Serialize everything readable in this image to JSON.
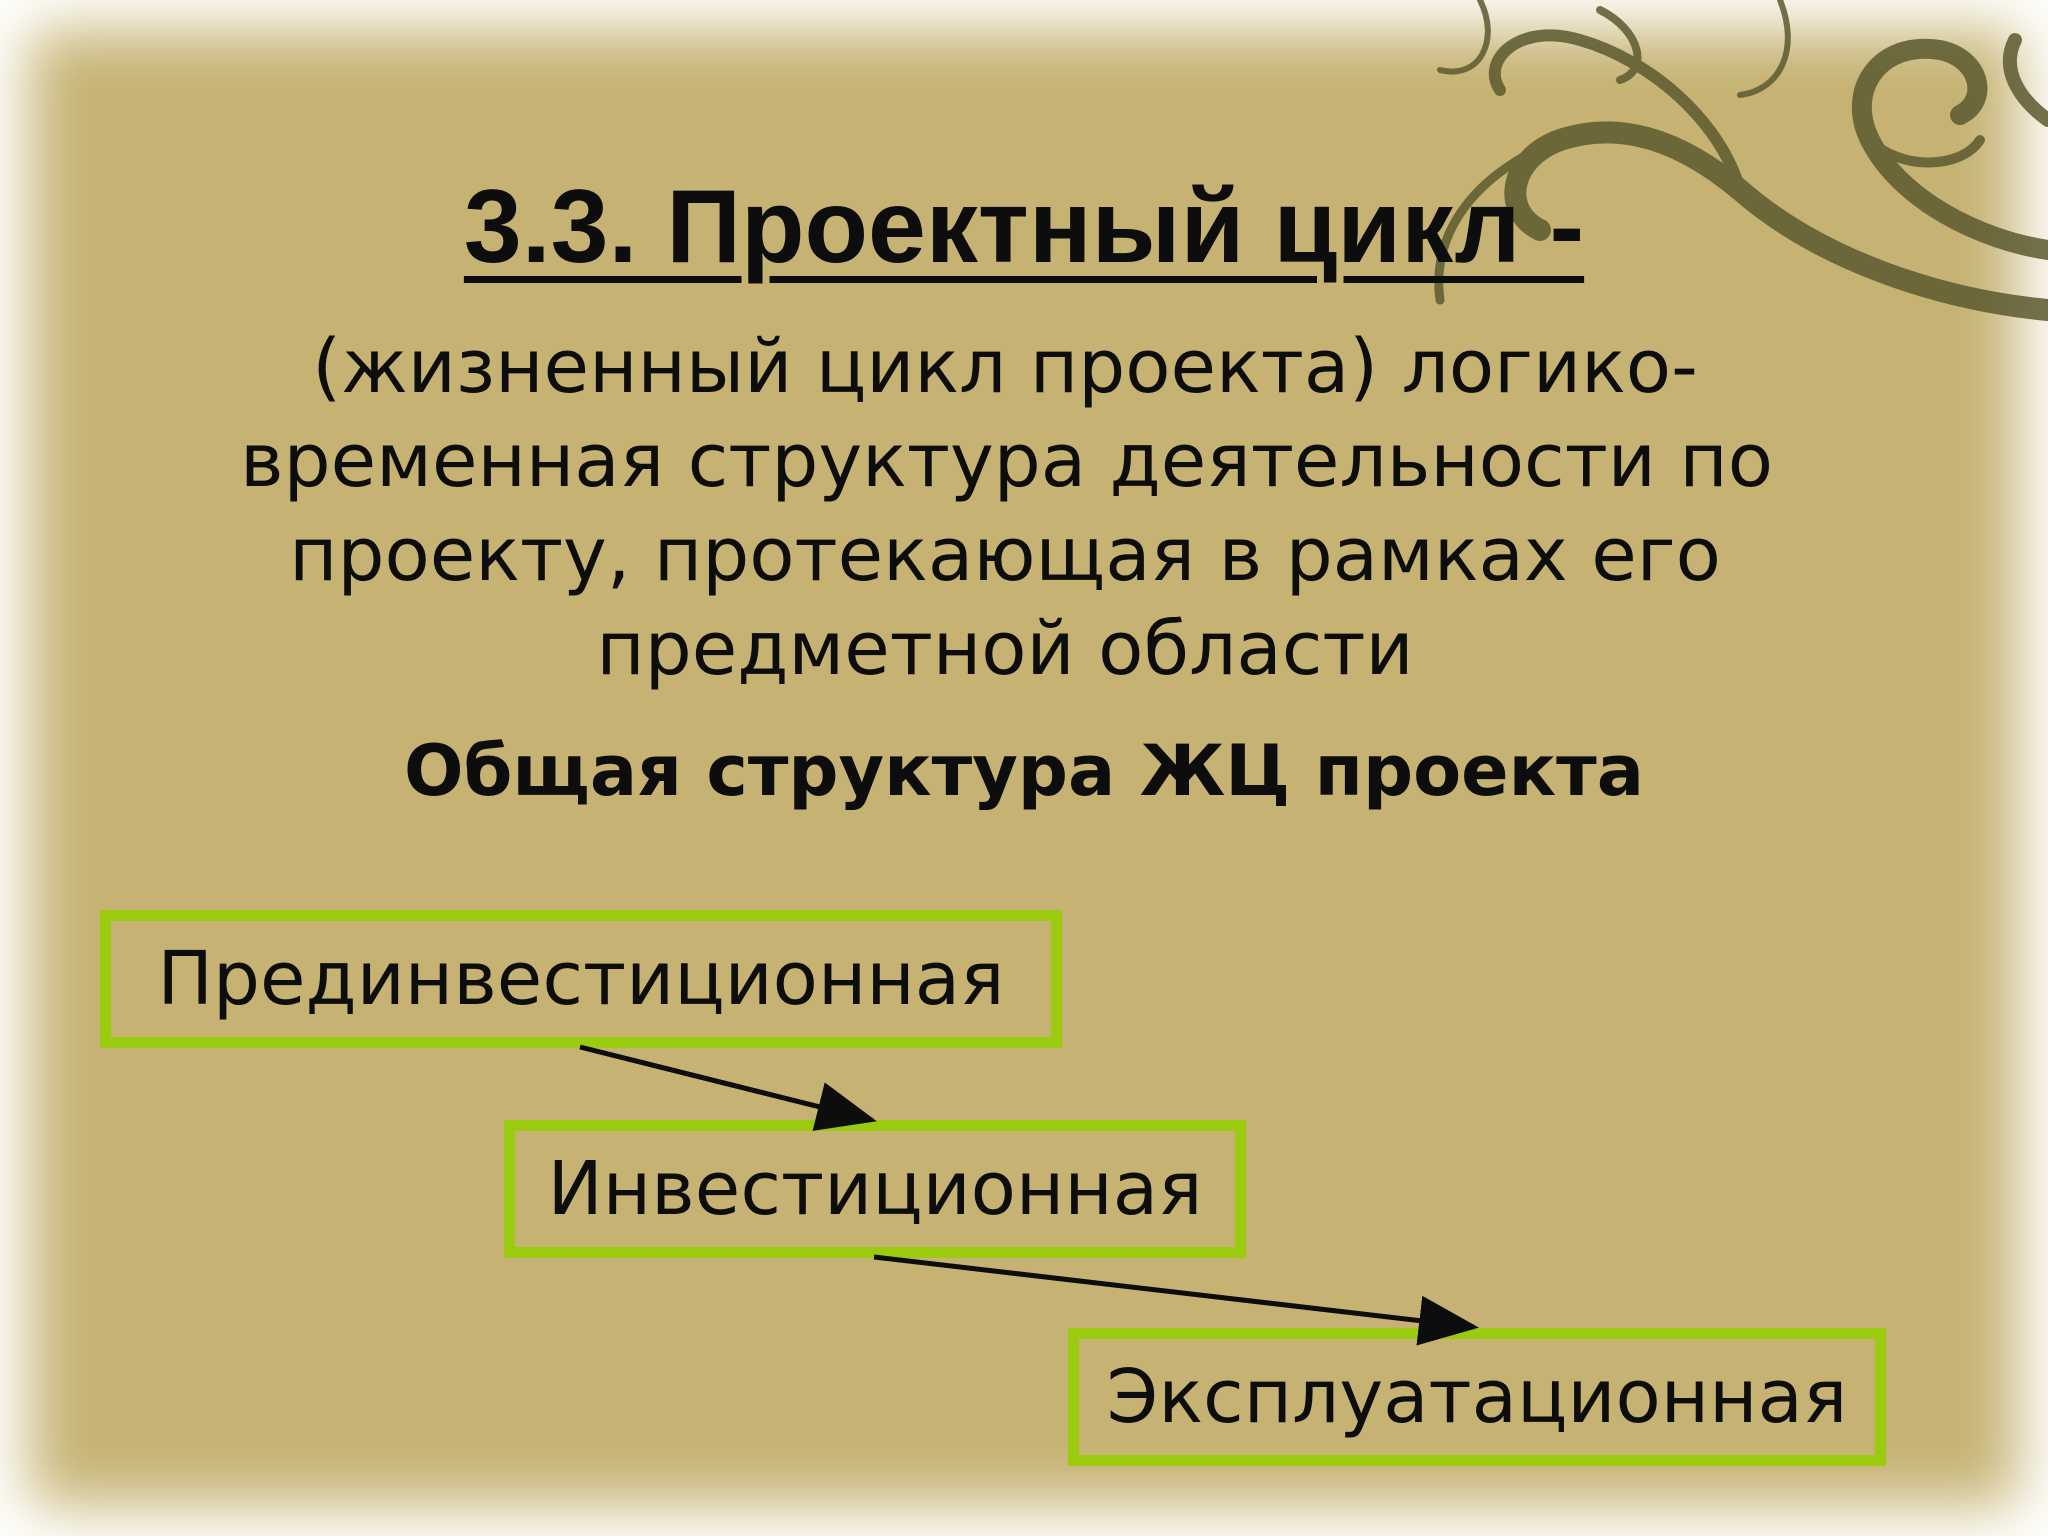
{
  "title": "3.3. Проектный цикл -",
  "definition_lines": [
    "(жизненный цикл проекта) логико-",
    "временная структура деятельности по",
    "проекту, протекающая в рамках его",
    "предметной области"
  ],
  "subtitle": "Общая структура ЖЦ проекта",
  "phases": [
    "Прединвестиционная",
    "Инвестиционная",
    "Эксплуатационная"
  ],
  "colors": {
    "background": "#c6b373",
    "box_border": "#9acb0e",
    "ornament": "#5c5a30",
    "text": "#0d0d0d"
  }
}
